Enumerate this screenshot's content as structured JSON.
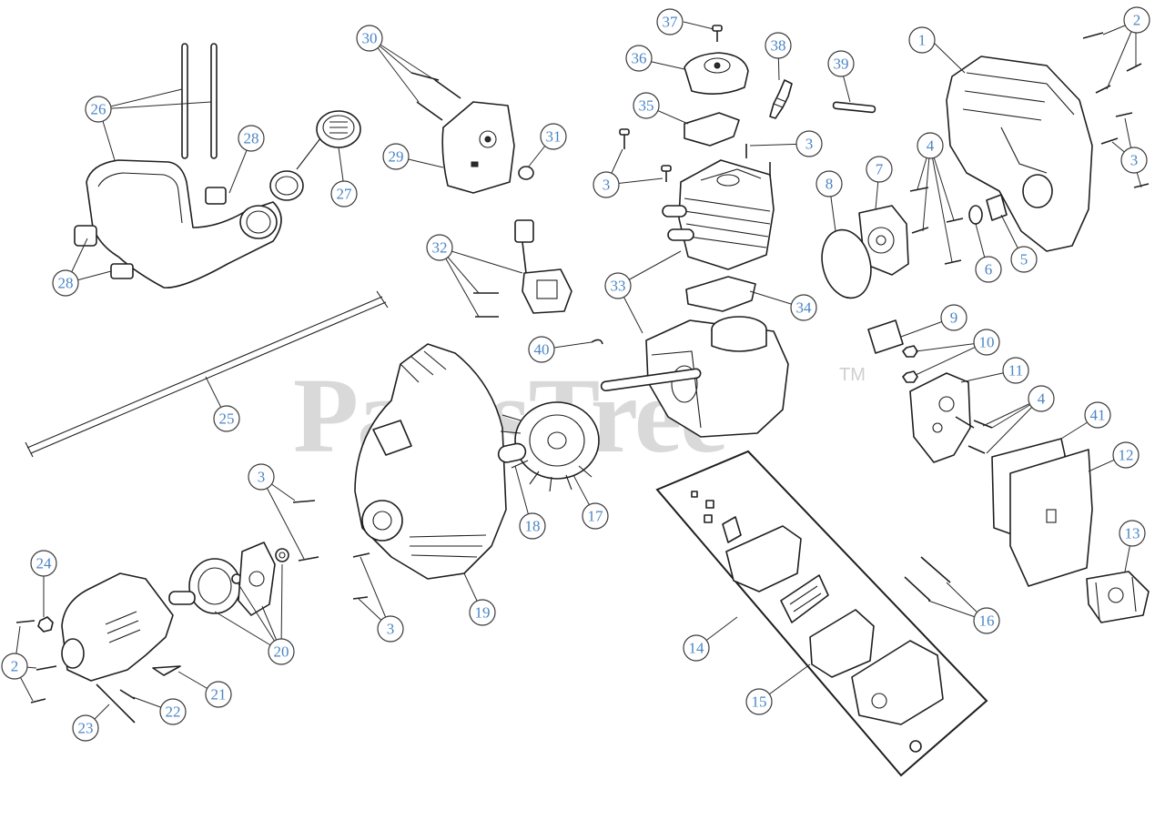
{
  "watermark": {
    "text": "PartsTree",
    "tm": "TM"
  },
  "callouts": [
    "1",
    "2",
    "3",
    "4",
    "5",
    "6",
    "7",
    "8",
    "9",
    "10",
    "11",
    "12",
    "13",
    "14",
    "15",
    "16",
    "17",
    "18",
    "19",
    "20",
    "21",
    "22",
    "23",
    "24",
    "25",
    "26",
    "27",
    "28",
    "29",
    "30",
    "31",
    "32",
    "33",
    "34",
    "35",
    "36",
    "37",
    "38",
    "39",
    "40",
    "41"
  ]
}
